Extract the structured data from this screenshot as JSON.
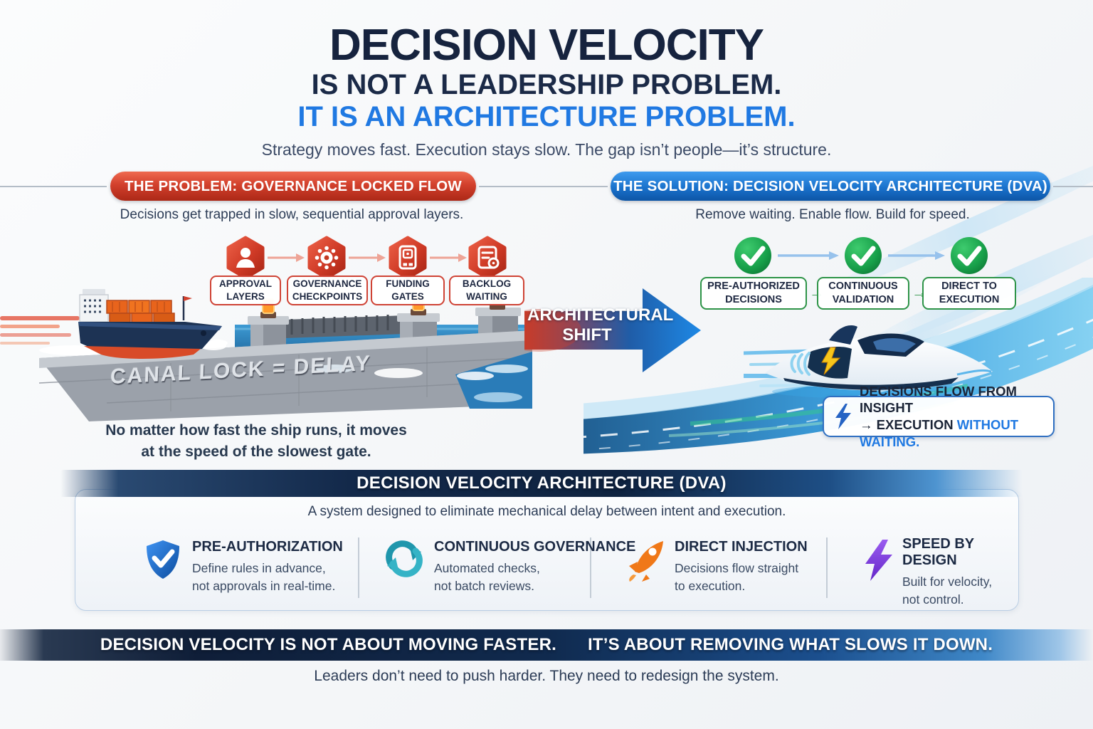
{
  "header": {
    "title_line1": "DECISION VELOCITY",
    "title_line2": "IS NOT A LEADERSHIP PROBLEM.",
    "title_line3": "IT IS AN ARCHITECTURE PROBLEM.",
    "subtitle": "Strategy moves fast. Execution stays slow. The gap isn’t people—it’s structure."
  },
  "problem": {
    "banner": "THE PROBLEM: GOVERNANCE LOCKED FLOW",
    "description": "Decisions get trapped in slow, sequential approval layers.",
    "steps": [
      {
        "icon": "approver-person-icon",
        "label_line1": "APPROVAL",
        "label_line2": "LAYERS"
      },
      {
        "icon": "governance-gear-icon",
        "label_line1": "GOVERNANCE",
        "label_line2": "CHECKPOINTS"
      },
      {
        "icon": "funding-vault-icon",
        "label_line1": "FUNDING",
        "label_line2": "GATES"
      },
      {
        "icon": "backlog-document-icon",
        "label_line1": "BACKLOG",
        "label_line2": "WAITING"
      }
    ],
    "canal_label": "CANAL LOCK = DELAY",
    "caption_line1": "No matter how fast the ship runs, it moves",
    "caption_line2": "at the speed of the slowest gate."
  },
  "shift_arrow": {
    "line1": "ARCHITECTURAL",
    "line2": "SHIFT"
  },
  "solution": {
    "banner": "THE SOLUTION: DECISION VELOCITY ARCHITECTURE (DVA)",
    "description": "Remove waiting. Enable flow. Build for speed.",
    "steps": [
      {
        "icon": "check-circle-icon",
        "label_line1": "PRE-AUTHORIZED",
        "label_line2": "DECISIONS"
      },
      {
        "icon": "check-circle-icon",
        "label_line1": "CONTINUOUS",
        "label_line2": "VALIDATION"
      },
      {
        "icon": "check-circle-icon",
        "label_line1": "DIRECT TO",
        "label_line2": "EXECUTION"
      }
    ],
    "step_connector": "→",
    "insight_box": {
      "icon": "lightning-bolt-icon",
      "line1": "DECISIONS FLOW FROM INSIGHT",
      "line2_prefix": "→ EXECUTION ",
      "line2_highlight": "WITHOUT WAITING."
    }
  },
  "dva": {
    "banner": "DECISION VELOCITY ARCHITECTURE (DVA)",
    "description": "A system designed to eliminate mechanical delay between intent and execution.",
    "features": [
      {
        "icon": "shield-check-icon",
        "title": "PRE-AUTHORIZATION",
        "desc_line1": "Define rules in advance,",
        "desc_line2": "not approvals in real-time."
      },
      {
        "icon": "continuous-sync-icon",
        "title": "CONTINUOUS GOVERNANCE",
        "desc_line1": "Automated checks,",
        "desc_line2": "not batch reviews."
      },
      {
        "icon": "rocket-icon",
        "title": "DIRECT INJECTION",
        "desc_line1": "Decisions flow straight",
        "desc_line2": "to execution."
      },
      {
        "icon": "speed-lightning-icon",
        "title": "SPEED BY DESIGN",
        "desc_line1": "Built for velocity,",
        "desc_line2": "not control."
      }
    ]
  },
  "footer": {
    "banner_part1": "DECISION VELOCITY IS NOT ABOUT MOVING FASTER.",
    "banner_part2": "IT’S ABOUT REMOVING WHAT SLOWS IT DOWN.",
    "closing": "Leaders don’t need to push harder. They need to redesign the system."
  },
  "colors": {
    "title_navy": "#16233e",
    "accent_blue": "#2079e2",
    "problem_red": "#c6392a",
    "solution_blue": "#1470cc",
    "success_green": "#1e9e4a",
    "shield_blue": "#1565c0",
    "sync_teal": "#1b96ad",
    "rocket_orange": "#f07818",
    "speed_purple": "#7a3be8"
  }
}
